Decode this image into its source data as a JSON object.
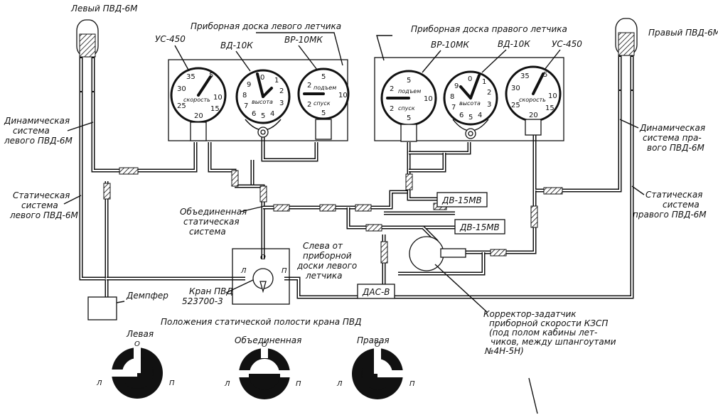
{
  "labels": {
    "left_pvd": "Левый ПВД-6М",
    "right_pvd": "Правый ПВД-6М",
    "left_panel": "Приборная доска левого летчика",
    "right_panel": "Приборная доска правого летчика",
    "us450": "УС-450",
    "vd10k": "ВД-10К",
    "vr10mk": "ВР-10МК",
    "dyn_left_1": "Динамическая",
    "dyn_left_2": "система",
    "dyn_left_3": "левого ПВД-6М",
    "dyn_right_1": "Динамическая",
    "dyn_right_2": "система пра-",
    "dyn_right_3": "вого ПВД-6М",
    "stat_left_1": "Статическая",
    "stat_left_2": "система",
    "stat_left_3": "левого ПВД-6М",
    "stat_right_1": "Статическая",
    "stat_right_2": "система",
    "stat_right_3": "правого ПВД-6М",
    "combined_1": "Объединенная",
    "combined_2": "статическая",
    "combined_3": "система",
    "left_of_1": "Слева от",
    "left_of_2": "приборной",
    "left_of_3": "доски левого",
    "left_of_4": "летчика",
    "valve_1": "Кран ПВД",
    "valve_2": "523700-3",
    "damper": "Демпфер",
    "dv15mv": "ДВ-15МВ",
    "das": "ДАС-В",
    "corrector_1": "Корректор-задатчик",
    "corrector_2": "приборной скорости КЗСП",
    "corrector_3": "(под полом кабины лет-",
    "corrector_4": "чиков, между шпангоутами",
    "corrector_5": "№4Н-5Н)",
    "positions_title": "Положения статической полости крана ПВД",
    "pos_left": "Левая",
    "pos_combined": "Объединенная",
    "pos_right": "Правая",
    "mark_o": "О",
    "mark_l": "Л",
    "mark_p": "П"
  },
  "dials": {
    "speed_word": "скорость",
    "alt_word": "высота",
    "climb_word": "подъем",
    "descent_word": "спуск",
    "us_nums": [
      "35",
      "5",
      "30",
      "10",
      "25",
      "15",
      "20"
    ],
    "vd_nums": [
      "0",
      "9",
      "1",
      "8",
      "2",
      "7",
      "3",
      "6",
      "5",
      "4"
    ],
    "vr_nums": [
      "5",
      "2",
      "10",
      "2",
      "5"
    ]
  }
}
